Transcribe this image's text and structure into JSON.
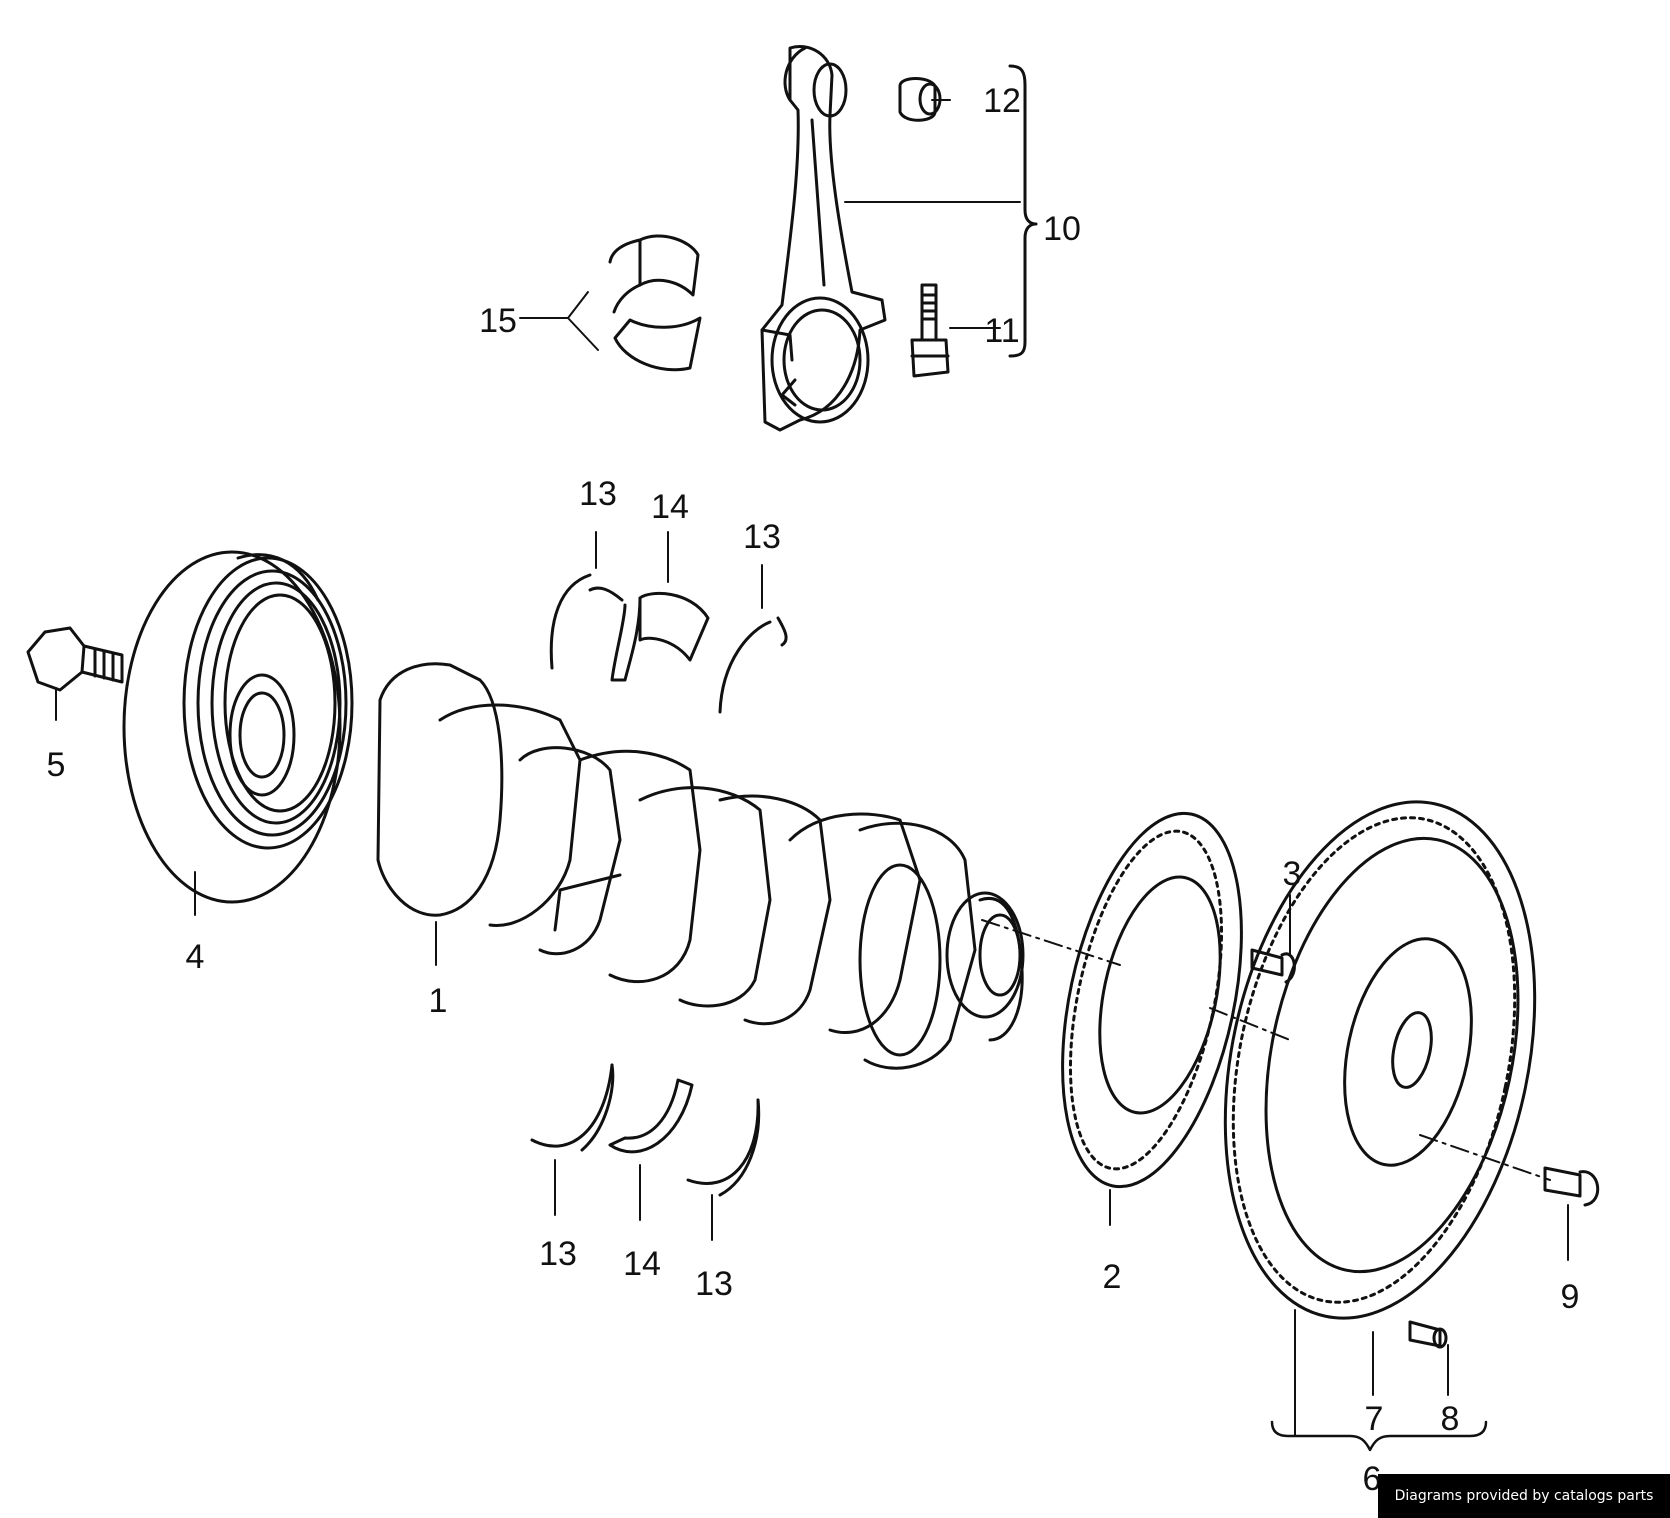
{
  "callouts": [
    {
      "id": "c1",
      "text": "1"
    },
    {
      "id": "c2",
      "text": "2"
    },
    {
      "id": "c3",
      "text": "3"
    },
    {
      "id": "c4",
      "text": "4"
    },
    {
      "id": "c5",
      "text": "5"
    },
    {
      "id": "c6",
      "text": "6"
    },
    {
      "id": "c7",
      "text": "7"
    },
    {
      "id": "c8",
      "text": "8"
    },
    {
      "id": "c9",
      "text": "9"
    },
    {
      "id": "c10",
      "text": "10"
    },
    {
      "id": "c11",
      "text": "11"
    },
    {
      "id": "c12",
      "text": "12"
    },
    {
      "id": "c13a",
      "text": "13"
    },
    {
      "id": "c14a",
      "text": "14"
    },
    {
      "id": "c13b",
      "text": "13"
    },
    {
      "id": "c13c",
      "text": "13"
    },
    {
      "id": "c14b",
      "text": "14"
    },
    {
      "id": "c13d",
      "text": "13"
    },
    {
      "id": "c15",
      "text": "15"
    }
  ],
  "footer": {
    "credit": "Diagrams provided by catalogs parts"
  }
}
